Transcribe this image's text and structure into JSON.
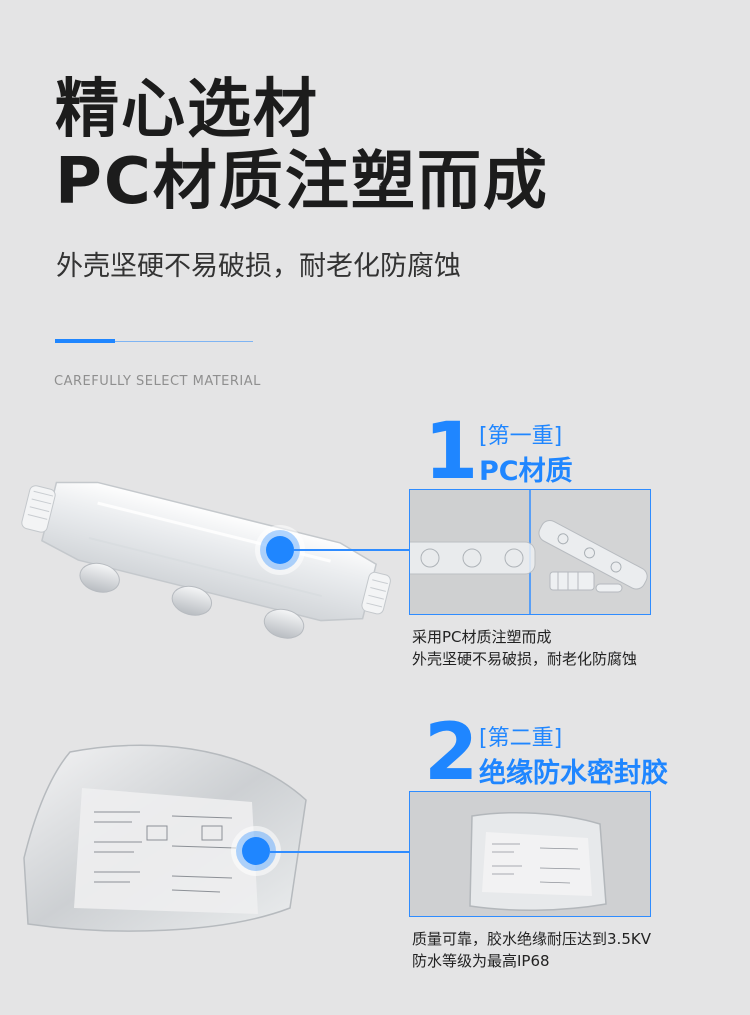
{
  "header": {
    "title_line1": "精心选材",
    "title_line2": "PC材质注塑而成",
    "subtitle": "外壳坚硬不易破损，耐老化防腐蚀",
    "english_label": "CAREFULLY SELECT MATERIAL"
  },
  "features": [
    {
      "number": "1",
      "tier": "[第一重]",
      "title": "PC材质",
      "desc_line1": "采用PC材质注塑而成",
      "desc_line2": "外壳坚硬不易破损，耐老化防腐蚀"
    },
    {
      "number": "2",
      "tier": "[第二重]",
      "title": "绝缘防水密封胶",
      "desc_line1": "质量可靠，胶水绝缘耐压达到3.5KV",
      "desc_line2": "防水等级为最高IP68"
    }
  ],
  "colors": {
    "accent": "#1f86ff",
    "background": "#e4e4e5",
    "text": "#1c1c1c"
  }
}
